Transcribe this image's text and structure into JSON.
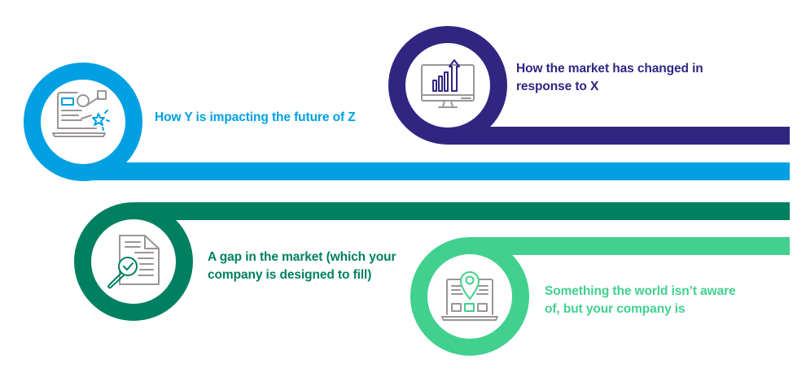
{
  "colors": {
    "blue": "#00a0e3",
    "purple": "#302682",
    "dark_green": "#008060",
    "light_green": "#42d08e",
    "icon_gray": "#9b9595"
  },
  "items": [
    {
      "id": "blue",
      "text": "How Y is impacting the future of Z",
      "icon": "laptop-star-icon"
    },
    {
      "id": "purple",
      "text": "How the market has changed in response to X",
      "icon": "monitor-chart-arrow-icon"
    },
    {
      "id": "dark_green",
      "text": "A gap in the market (which your company is designed to fill)",
      "icon": "document-magnifier-check-icon"
    },
    {
      "id": "light_green",
      "text": "Something the world isn’t aware of, but your company is",
      "icon": "laptop-map-pin-icon"
    }
  ]
}
